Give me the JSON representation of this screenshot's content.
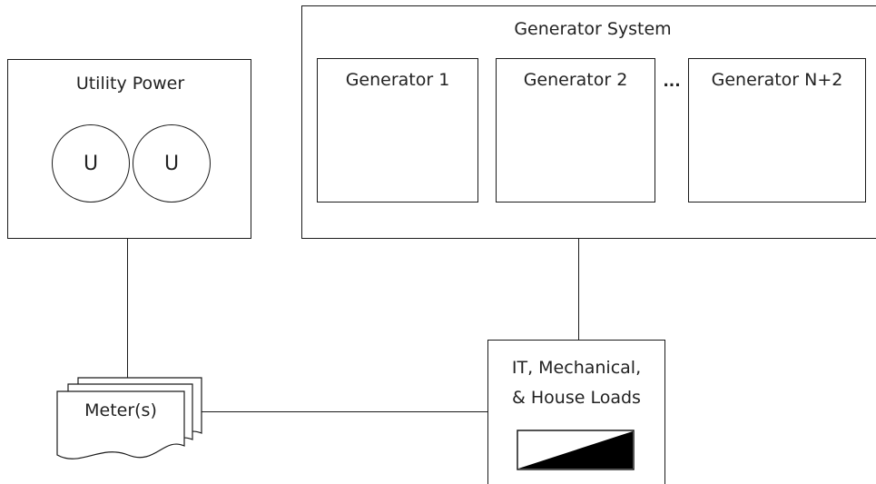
{
  "utility": {
    "title": "Utility Power",
    "sources": [
      "U",
      "U"
    ]
  },
  "generator_system": {
    "title": "Generator System",
    "generators": [
      "Generator 1",
      "Generator 2",
      "Generator N+2"
    ],
    "ellipsis": "..."
  },
  "meters": {
    "label": "Meter(s)"
  },
  "loads": {
    "line1": "IT, Mechanical,",
    "line2": "& House Loads"
  }
}
